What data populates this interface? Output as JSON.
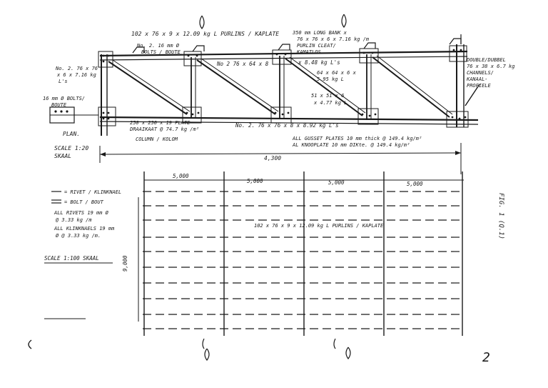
{
  "truss": {
    "top_purlin": "102 x 76 x 9 x 12.09 kg L PURLINS / KAPLATE",
    "bolts_top_a": "No. 2. 16 mm Ø",
    "bolts_top_b": "BOLTS / BOUTE",
    "cleat_a": "350 mm LONG BANK x",
    "cleat_b": "76 x 76 x 6 x 7.16 kg /m",
    "cleat_c": "PURLIN CLEAT/",
    "cleat_d": "KAMATLOS",
    "left_chord_a": "No. 2. 76 x 76",
    "left_chord_b": "x 6 x 7.16 kg",
    "left_chord_c": "L's",
    "top_member": "No 2 76 x 64 x 8",
    "weight_848": "x 8.48 kg L's",
    "diag_64": "64 x 64 x 6 x",
    "diag_64b": "5.95 kg L",
    "diag_51": "51 x 51 x 6",
    "diag_51b": "x 4.77 kg L",
    "double_a": "DOUBLE/DUBBEL",
    "double_b": "76 x 38 x 6.7 kg",
    "double_c": "CHANNELS/",
    "double_d": "KANAAL-",
    "double_e": "PROFIELE",
    "left_bolts_a": "16 mm Ø BOLTS/",
    "left_bolts_b": "BOUTE",
    "plate_a": "250 x 250 x 19 PLATE",
    "plate_b": "DRAAIKAAT @ 74.7 kg /m²",
    "column": "COLUMN / KOLOM",
    "bottom_chord": "No. 2.  76 x 76 x 8 x 8.92 kg L's",
    "gusset_a": "ALL GUSSET PLATES 10 mm thick @ 149.4 kg/m²",
    "gusset_b": "AL KNOOPLATE 10 mm DIKte.  @ 149.4 kg/m²",
    "plan": "PLAN.",
    "scale1_a": "SCALE 1:20",
    "scale1_b": "SKAAL",
    "span": "4,300"
  },
  "plan": {
    "dims": [
      "5,000",
      "5,000",
      "5,000",
      "5,000"
    ],
    "height": "9,000",
    "purlin_label": "102 x 76 x 9 x 12.09 kg L PURLINS / KAPLATE",
    "legend_a": "= RIVET / KLINKNAEL",
    "legend_b": "= BOLT / BOUT",
    "rivets_a": "ALL RIVETS 19 mm Ø",
    "rivets_b": "@ 3.33 kg /m",
    "rivets_c": "ALL KLINKNAELS 19 mm",
    "rivets_d": "Ø @ 3.33 kg /m.",
    "scale2": "SCALE 1:100  SKAAL"
  },
  "fig_label": "FIG. 1 (Q.1)",
  "page_number": "2"
}
